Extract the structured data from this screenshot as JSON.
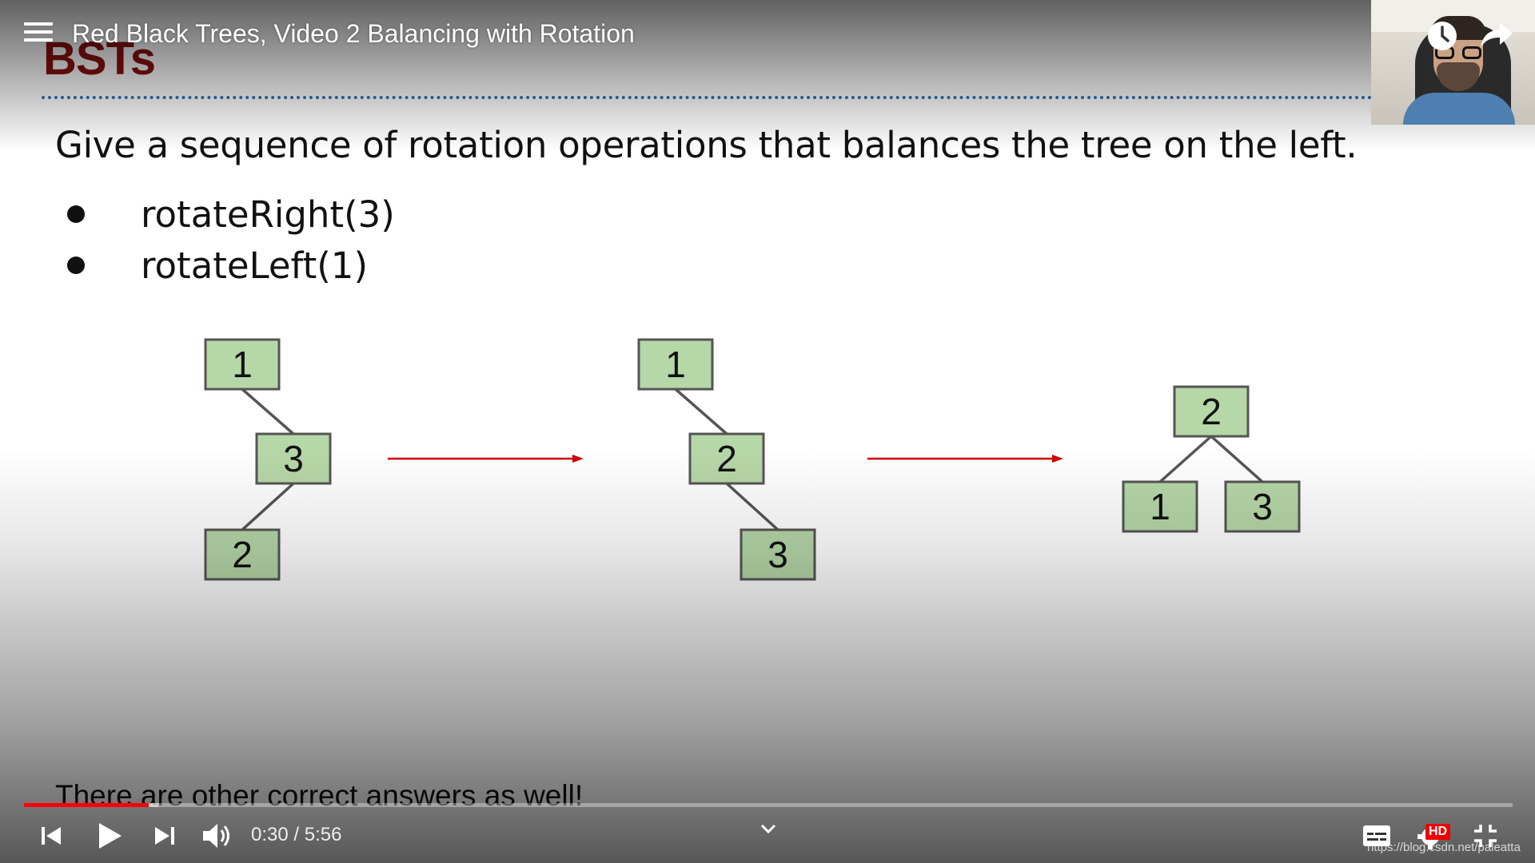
{
  "player": {
    "title": "Red Black Trees, Video 2 Balancing with Rotation",
    "time_current": "0:30",
    "time_separator": " / ",
    "time_total": "5:56",
    "progress_fraction": 0.084,
    "buffer_fraction": 0.09,
    "quality_badge": "HD",
    "accent_color": "#ff0000"
  },
  "icons": {
    "menu": "menu-icon",
    "watch_later": "clock-icon",
    "share": "share-arrow-icon",
    "previous": "skip-previous-icon",
    "play": "play-icon",
    "next": "skip-next-icon",
    "volume": "volume-icon",
    "more": "chevron-down-icon",
    "subtitles": "subtitles-icon",
    "settings": "gear-icon",
    "fullscreen_exit": "fullscreen-exit-icon"
  },
  "slide": {
    "heading": "BSTs",
    "prompt": "Give a sequence of rotation operations that balances the tree on the left.",
    "bullets": [
      "rotateRight(3)",
      "rotateLeft(1)"
    ],
    "footnote": "There are other correct answers as well!",
    "heading_color": "#8b1010",
    "node_fill": "#b6d7a8",
    "arrow_color": "#cc0000"
  },
  "trees": [
    {
      "nodes": [
        "1",
        "3",
        "2"
      ]
    },
    {
      "nodes": [
        "1",
        "2",
        "3"
      ]
    },
    {
      "nodes": [
        "2",
        "1",
        "3"
      ]
    }
  ],
  "watermark": "https://blog.csdn.net/paleatta"
}
